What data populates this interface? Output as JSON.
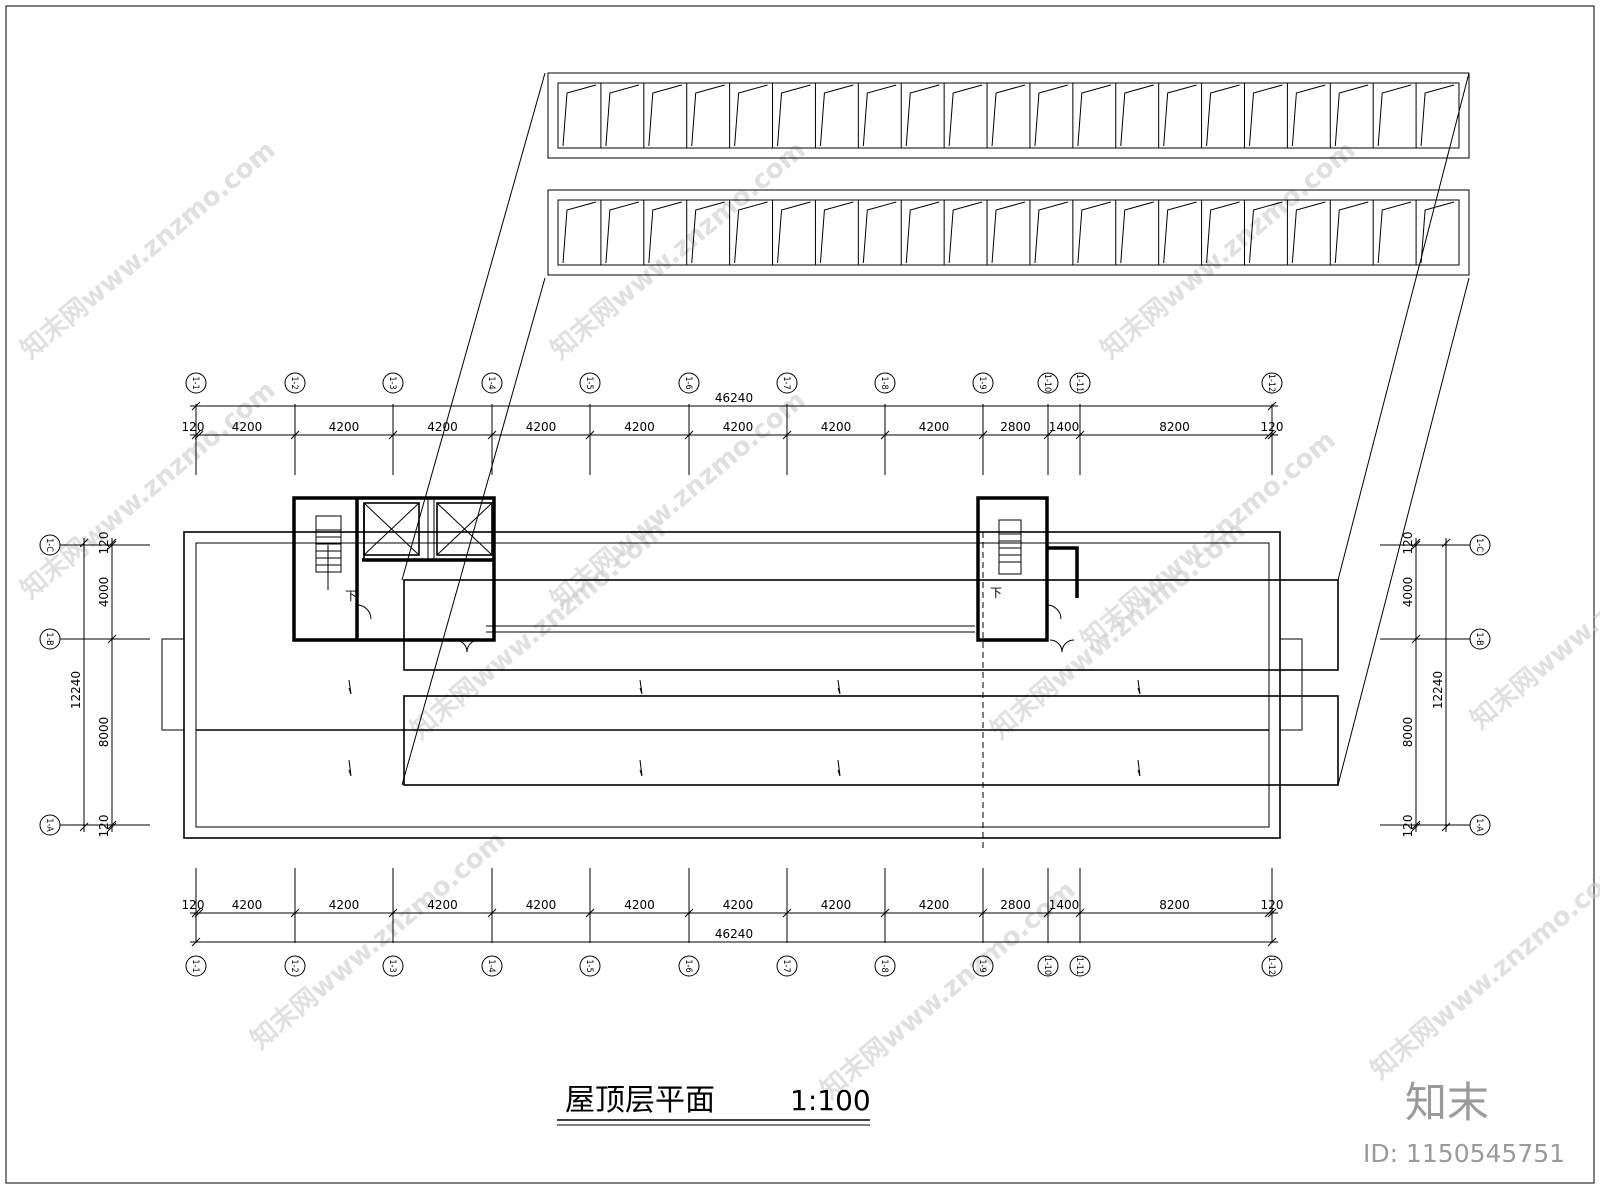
{
  "drawing": {
    "title": "屋顶层平面",
    "scale": "1:100",
    "stair_down_label": "下"
  },
  "grid_axes": {
    "vertical": [
      "1-1",
      "1-2",
      "1-3",
      "1-4",
      "1-5",
      "1-6",
      "1-7",
      "1-8",
      "1-9",
      "1-10",
      "1-11",
      "1-12"
    ],
    "horizontal": [
      "1-C",
      "1-B",
      "1-A"
    ]
  },
  "dimensions": {
    "horizontal_total": "46240",
    "horizontal_segments": [
      "120",
      "4200",
      "4200",
      "4200",
      "4200",
      "4200",
      "4200",
      "4200",
      "4200",
      "2800",
      "1400",
      "8200",
      "120"
    ],
    "vertical_total": "12240",
    "vertical_segments": [
      "120",
      "4000",
      "8000",
      "120"
    ]
  },
  "watermark": {
    "text": "知末网www.znzmo.com",
    "brand": "知末",
    "id_label": "ID: 1150545751"
  },
  "colors": {
    "line": "#000000",
    "watermark": "#c8c8c8",
    "brand": "#9a9a9a"
  }
}
